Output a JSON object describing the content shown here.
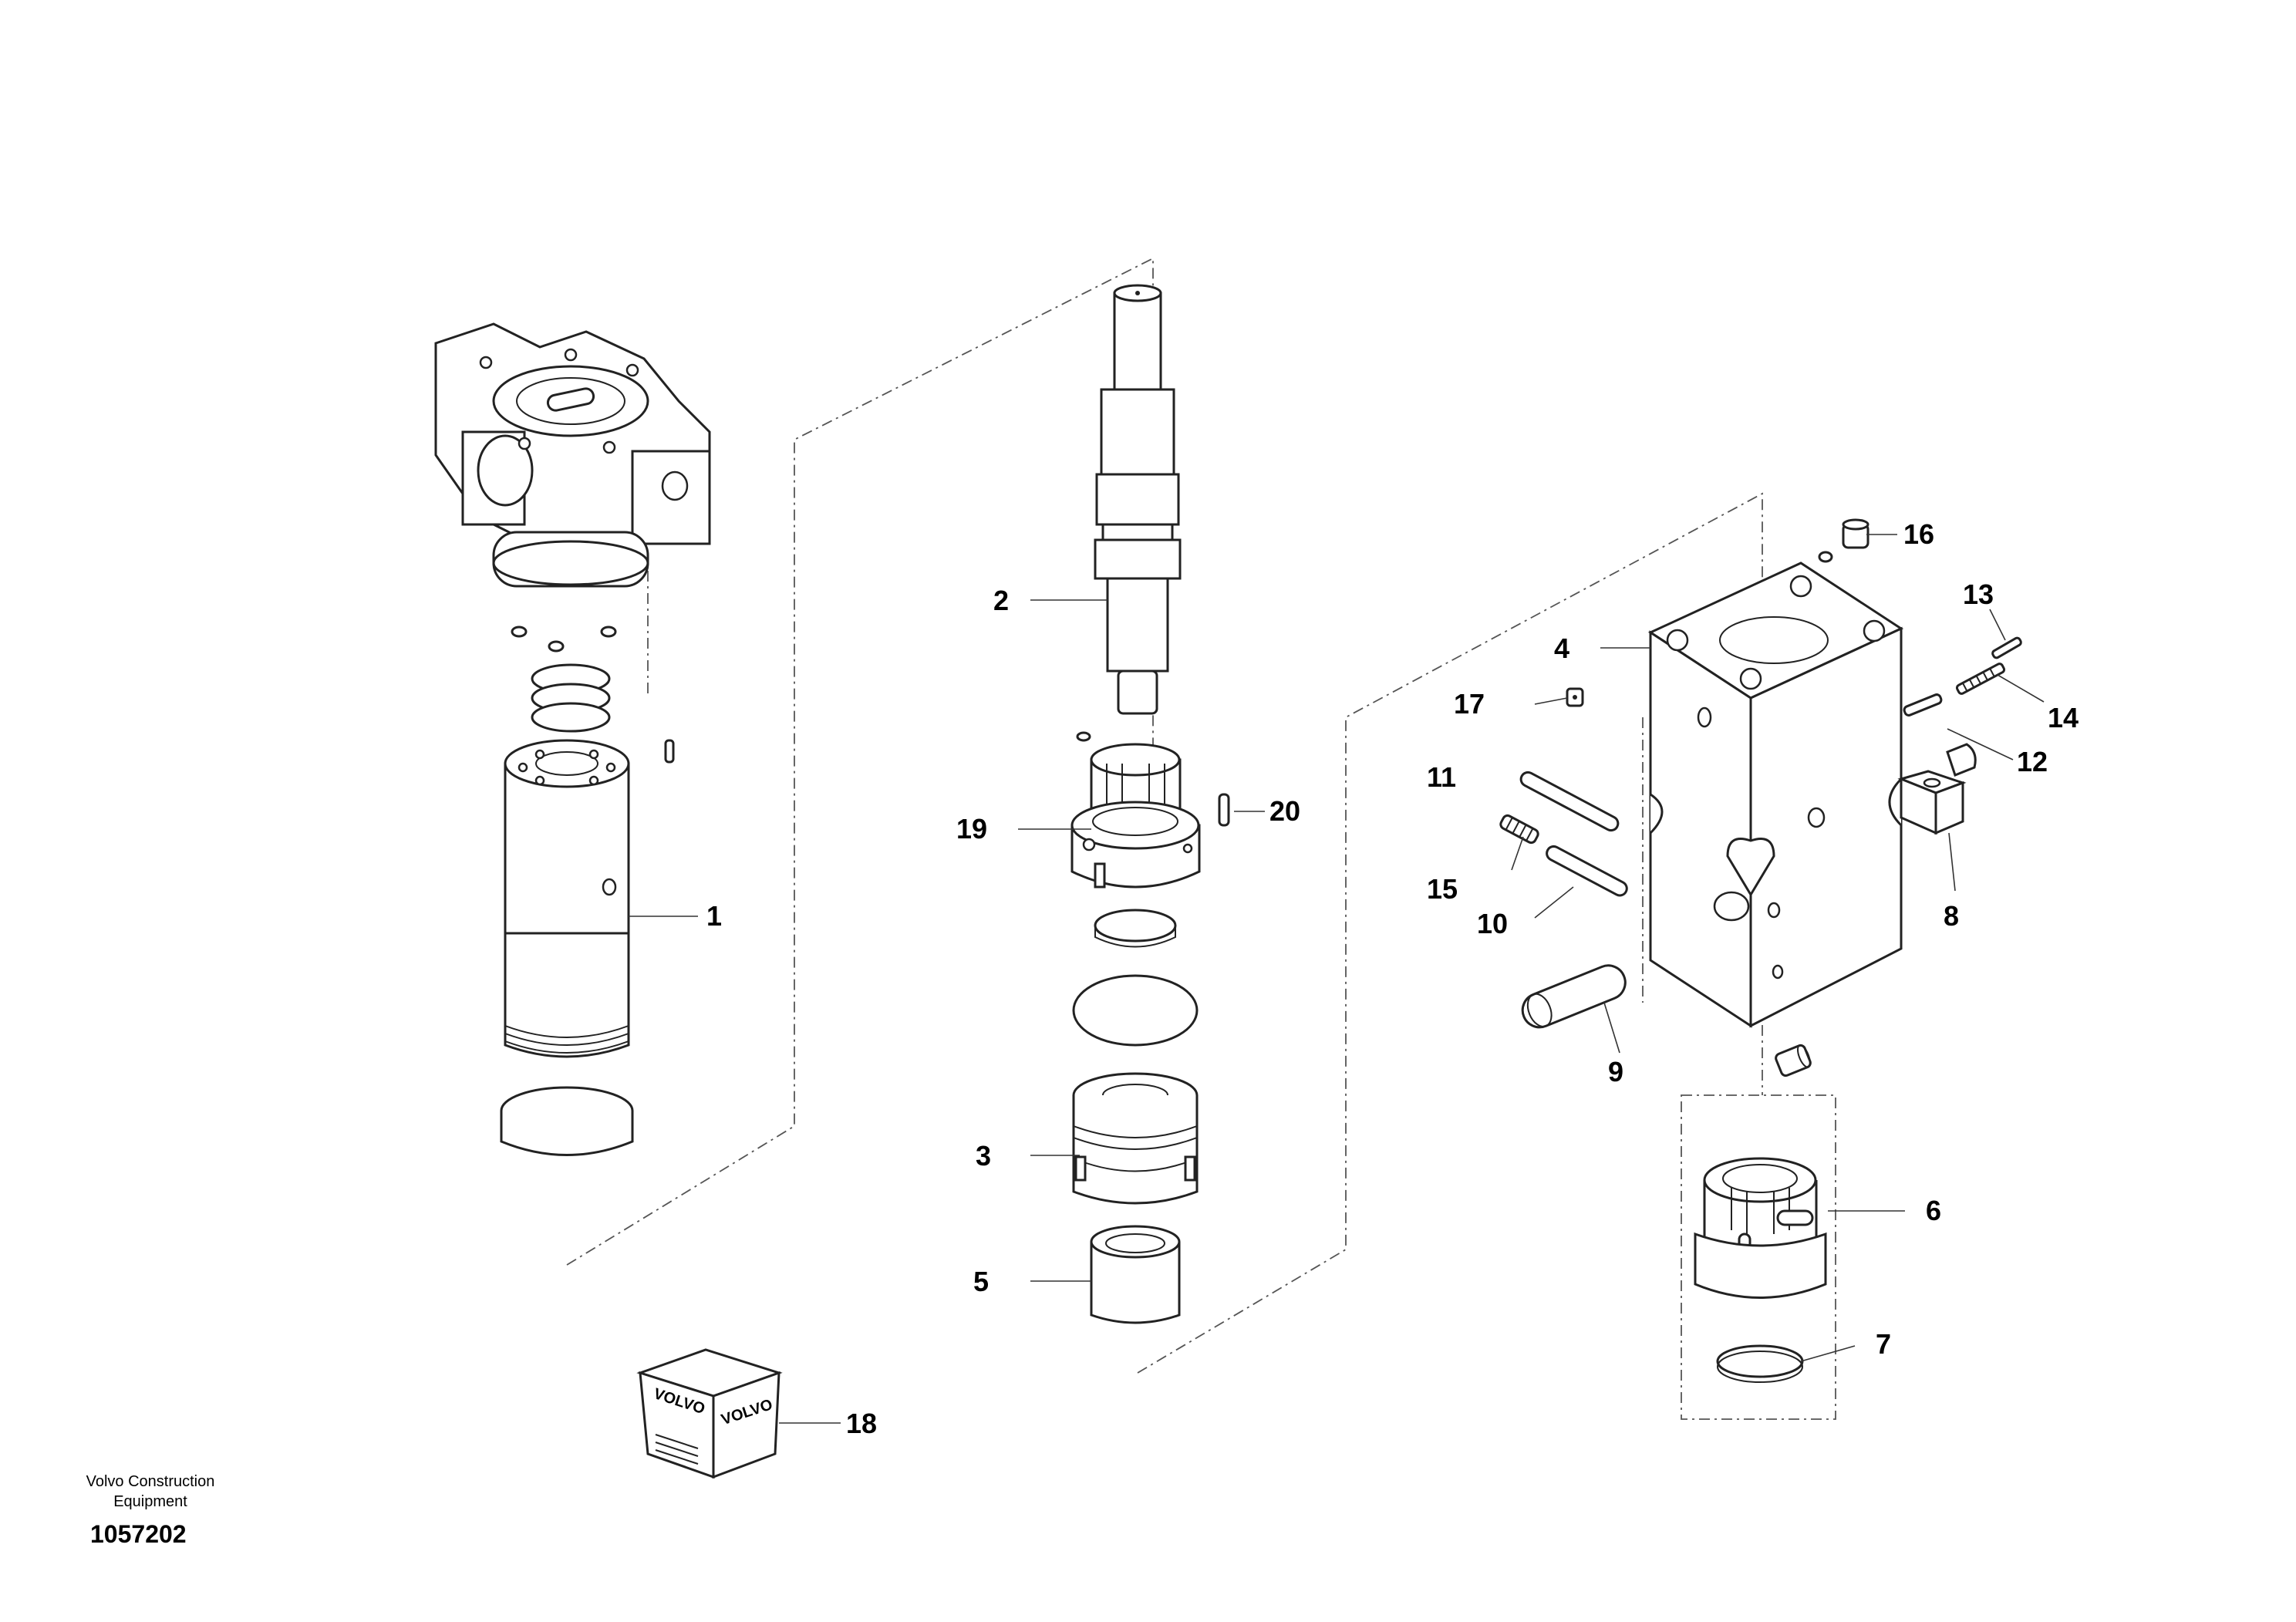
{
  "drawing": {
    "caption_line1": "Volvo Construction",
    "caption_line2": "Equipment",
    "document_number": "1057202",
    "kit_box_text": "VOLVO"
  },
  "callouts": [
    "1",
    "2",
    "3",
    "4",
    "5",
    "6",
    "7",
    "8",
    "9",
    "10",
    "11",
    "12",
    "13",
    "14",
    "15",
    "16",
    "17",
    "18",
    "19",
    "20"
  ]
}
